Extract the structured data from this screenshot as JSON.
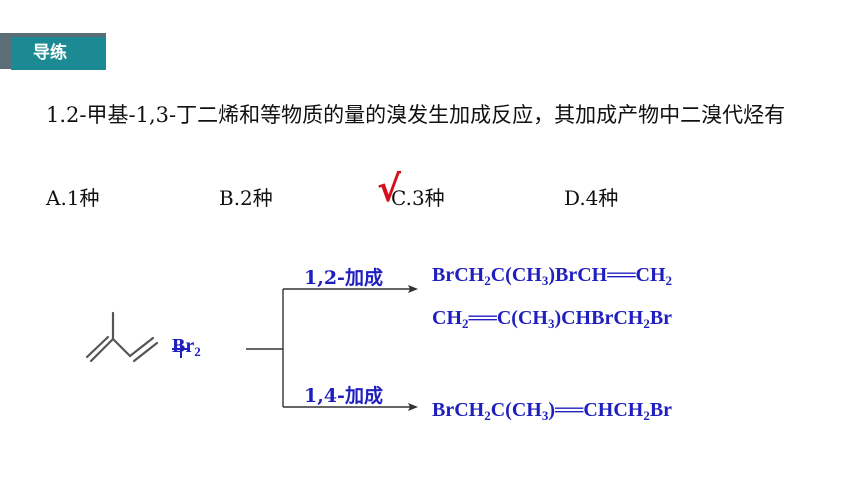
{
  "header": {
    "tag": "导练"
  },
  "question": {
    "text": "1.2-甲基-1,3-丁二烯和等物质的量的溴发生加成反应，其加成产物中二溴代烃有"
  },
  "options": [
    {
      "label": "A.1种"
    },
    {
      "label": "B.2种"
    },
    {
      "label": "C.3种"
    },
    {
      "label": "D.4种"
    }
  ],
  "answer": {
    "mark": "√",
    "option": "C"
  },
  "reaction": {
    "plus": "+",
    "reagent": "Br",
    "reagent_sub": "2",
    "path_12": {
      "label": "1,2-加成",
      "product1_parts": [
        "BrCH",
        "2",
        "C(CH",
        "3",
        ")BrCH══CH",
        "2"
      ],
      "product2_parts": [
        "CH",
        "2",
        "══C(CH",
        "3",
        ")CHBrCH",
        "2",
        "Br"
      ]
    },
    "path_14": {
      "label": "1,4-加成",
      "product_parts": [
        "BrCH",
        "2",
        "C(CH",
        "3",
        ")══CHCH",
        "2",
        "Br"
      ]
    }
  },
  "colors": {
    "accent": "#1b8a92",
    "blue": "#1f1fbf",
    "check": "#d4101e"
  }
}
